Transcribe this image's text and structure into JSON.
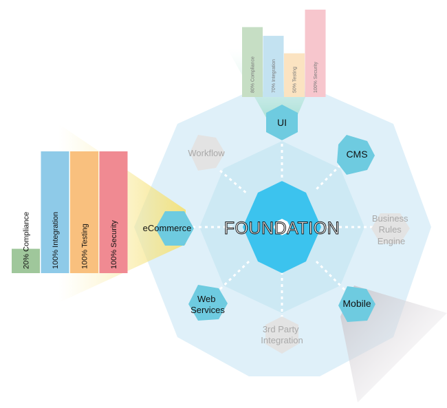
{
  "diagram": {
    "center_label": "FOUNDATION",
    "modules": {
      "ui": "UI",
      "cms": "CMS",
      "business_rules": [
        "Business",
        "Rules",
        "Engine"
      ],
      "mobile": "Mobile",
      "third_party": [
        "3rd Party",
        "Integration"
      ],
      "web_services": [
        "Web",
        "Services"
      ],
      "ecommerce": "eCommerce",
      "workflow": "Workflow"
    },
    "left_bars": [
      {
        "label": "20% Compliance",
        "value": 20,
        "color": "#9fc79b"
      },
      {
        "label": "100% Integration",
        "value": 100,
        "color": "#8ecae8"
      },
      {
        "label": "100% Testing",
        "value": 100,
        "color": "#f9c07e"
      },
      {
        "label": "100% Security",
        "value": 100,
        "color": "#f08a92"
      }
    ],
    "top_bars": [
      {
        "label": "80% Compliance",
        "value": 80,
        "color": "#c6dec4"
      },
      {
        "label": "70% Integration",
        "value": 70,
        "color": "#c3e2f1"
      },
      {
        "label": "50% Testing",
        "value": 50,
        "color": "#fbe3c1"
      },
      {
        "label": "100% Security",
        "value": 100,
        "color": "#f7c6cd"
      }
    ],
    "colors": {
      "outer_octagon": "#dff0f9",
      "middle_octagon": "#cbe9f3",
      "center_octagon": "#3cc3ee",
      "active_hex": "#6ecbe0",
      "inactive_hex": "#e3e3e3",
      "inactive_text": "#a9a9a9"
    }
  }
}
